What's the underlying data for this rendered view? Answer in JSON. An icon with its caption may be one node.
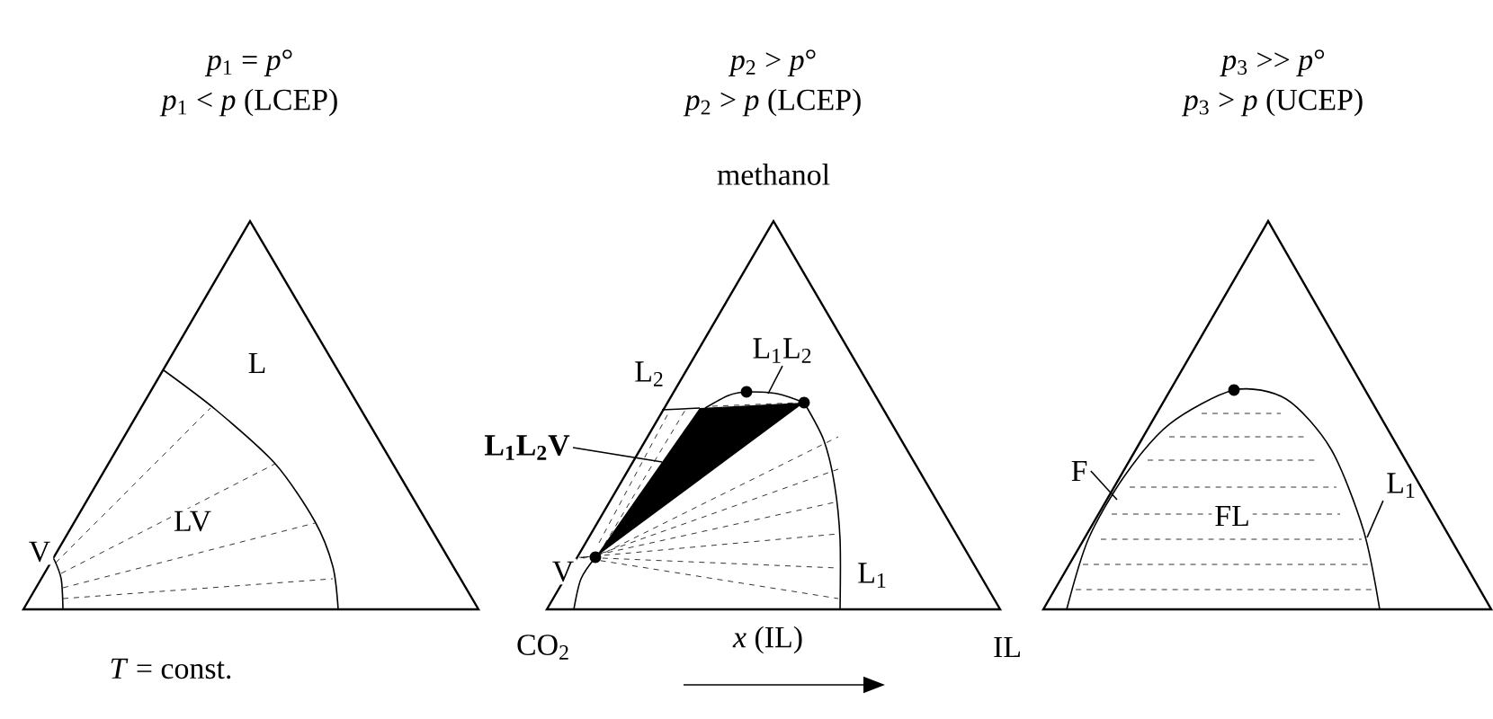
{
  "diagram": {
    "nodes": [
      {
        "text": [
          "L$_{1}$L$_{2}$V"
        ]
      },
      {
        "text": [
          "L$_{1}$L$_{2}$"
        ]
      },
      {
        "text": [
          "F"
        ]
      },
      {
        "text": [
          "L$_{1}$"
        ]
      }
    ],
    "edges": [
      {
        "from": 0,
        "to": null,
        "arrow": "none"
      },
      {
        "from": 1,
        "to": null,
        "arrow": "none"
      },
      {
        "from": 2,
        "to": null,
        "arrow": "none"
      },
      {
        "from": 3,
        "to": null,
        "arrow": "none"
      }
    ],
    "labels": [
      "*p*$_{1}$ = *p*°",
      "*p*$_{1}$ < *p* (LCEP)",
      "*p*$_{2}$ > *p*°",
      "*p*$_{2}$ > *p* (LCEP)",
      "*p*$_{3}$ >> *p*°",
      "*p*$_{3}$ > *p* (UCEP)",
      "methanol",
      "L",
      "L$_{2}$",
      "LV",
      "V",
      "V",
      "L$_{1}$",
      "FL",
      "CO$_{2}$",
      "*x* (IL)",
      "IL",
      "*T* = const."
    ]
  }
}
